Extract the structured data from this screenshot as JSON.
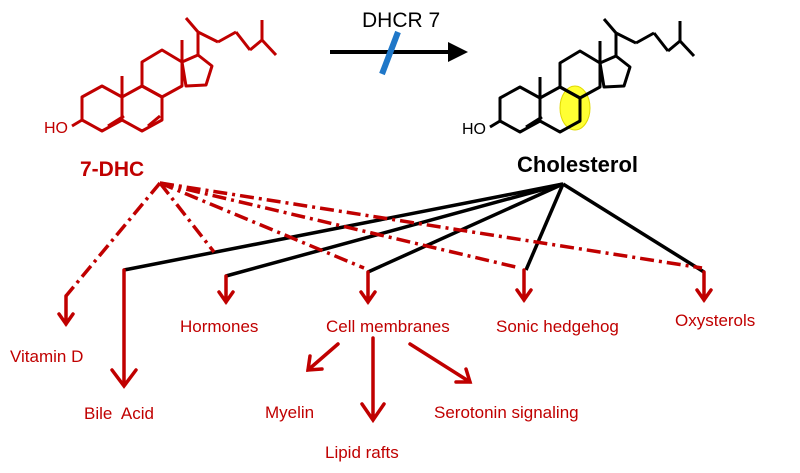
{
  "enzyme": {
    "label": "DHCR 7"
  },
  "precursor": {
    "label": "7-DHC",
    "oh": "HO"
  },
  "product": {
    "label": "Cholesterol",
    "oh": "HO"
  },
  "targets": {
    "vitamin_d": "Vitamin D",
    "bile_acid": "Bile  Acid",
    "hormones": "Hormones",
    "cell_membranes": "Cell membranes",
    "sonic_hedgehog": "Sonic hedgehog",
    "oxysterols": "Oxysterols"
  },
  "membrane_roles": {
    "myelin": "Myelin",
    "lipid_rafts": "Lipid rafts",
    "serotonin": "Serotonin signaling"
  },
  "colors": {
    "precursor": "#c00000",
    "product": "#000000",
    "enzyme_block": "#1f77c8",
    "highlight": "#ffff33"
  }
}
